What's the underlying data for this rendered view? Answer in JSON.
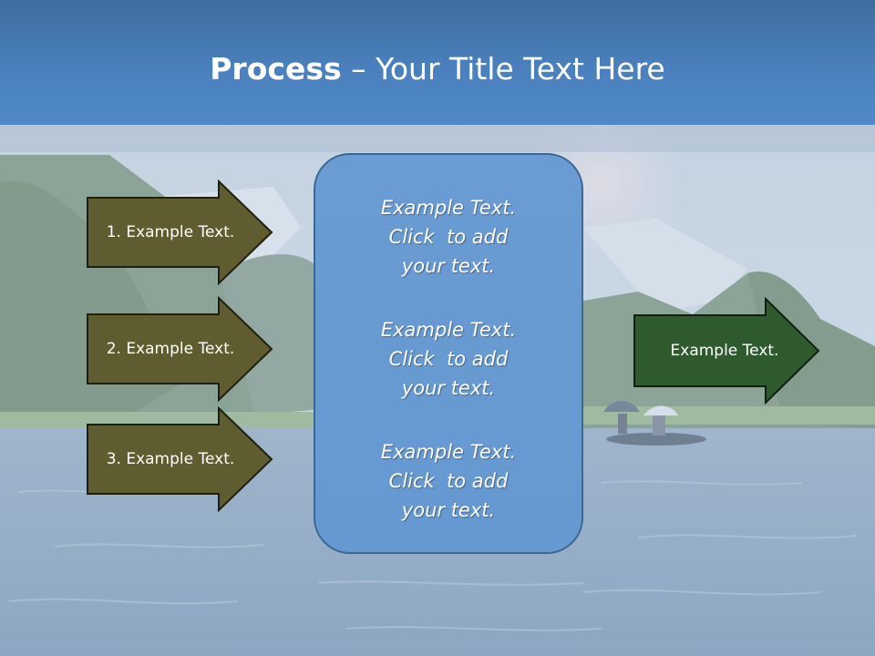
{
  "header": {
    "title_strong": "Process",
    "title_rest": " – Your Title Text Here"
  },
  "input_arrows": [
    {
      "label": "1. Example Text."
    },
    {
      "label": "2. Example Text."
    },
    {
      "label": "3. Example Text."
    }
  ],
  "center_box": {
    "blocks": [
      {
        "line1": "Example Text.",
        "line2": "Click  to add",
        "line3": "your text."
      },
      {
        "line1": "Example Text.",
        "line2": "Click  to add",
        "line3": "your text."
      },
      {
        "line1": "Example Text.",
        "line2": "Click  to add",
        "line3": "your text."
      }
    ]
  },
  "output_arrow": {
    "label": "Example Text."
  },
  "colors": {
    "header_blue": "#4a80bd",
    "input_arrow_fill": "#5f5d30",
    "output_arrow_fill": "#2f5a2e",
    "center_box_fill": "#6699d1",
    "text": "#ffffff"
  }
}
